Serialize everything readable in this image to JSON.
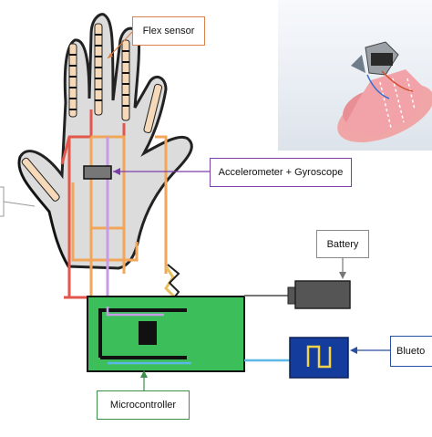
{
  "labels": {
    "flex_sensor": "Flex sensor",
    "accel_gyro": "Accelerometer + Gyroscope",
    "battery": "Battery",
    "bluetooth": "Blueto",
    "microcontroller": "Microcontroller"
  },
  "colors": {
    "flex_label_border": "#d9824a",
    "accel_label_border": "#7b3fa8",
    "battery_label_border": "#888888",
    "bluetooth_label_border": "#2b4fa0",
    "micro_label_border": "#3c8f4a",
    "board": "#3cbf5a",
    "bluetooth_module": "#143c9c",
    "battery": "#555555",
    "red_wire": "#e2574c",
    "orange_wire": "#f2a65a",
    "purple_wire": "#c79be6",
    "glove_fill": "#dcdcdc"
  },
  "icons": {
    "bluetooth_module": "square-wave-antenna-icon",
    "photo": "glove-prototype-photo"
  }
}
